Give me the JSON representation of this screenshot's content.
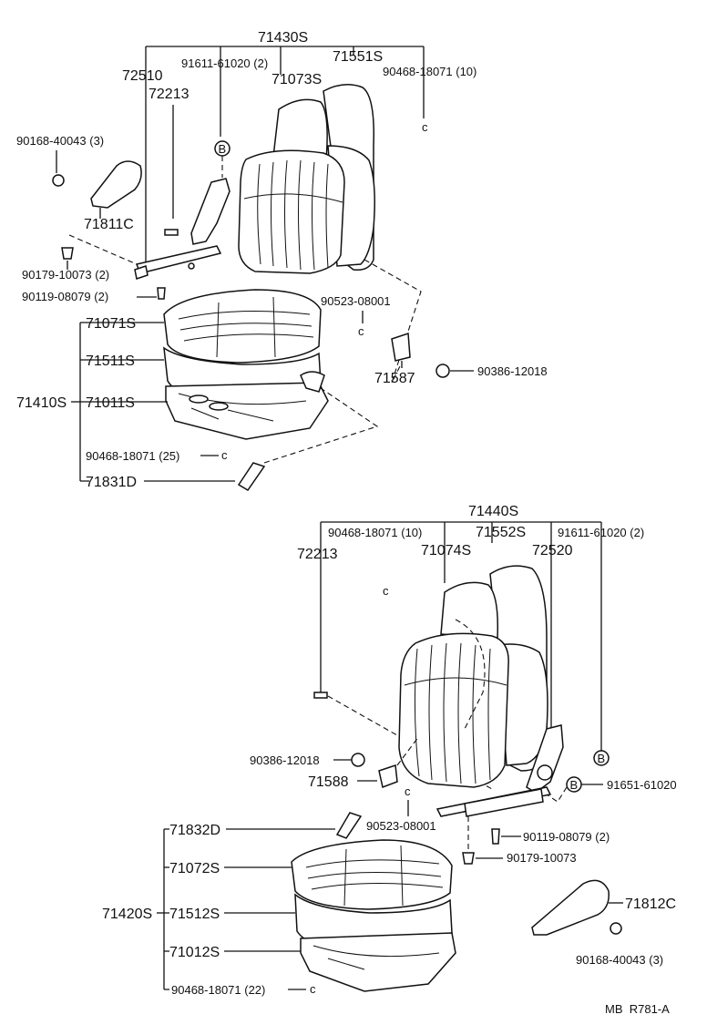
{
  "top_assembly": {
    "set_number": "71430S",
    "labels": {
      "p72510": "72510",
      "p91611": "91611-61020 (2)",
      "p71551": "71551S",
      "p90468_10": "90468-18071 (10)",
      "p72213": "72213",
      "p71073": "71073S",
      "p90168": "90168-40043 (3)",
      "p71811": "71811C",
      "p90179": "90179-10073 (2)",
      "p90119": "90119-08079 (2)",
      "p90523": "90523-08001",
      "p71587": "71587",
      "p90386": "90386-12018",
      "p71071": "71071S",
      "p71511": "71511S",
      "p71410": "71410S",
      "p71011": "71011S",
      "p90468_25": "90468-18071 (25)",
      "p71831": "71831D",
      "marker_b": "B",
      "clip_c": "c"
    }
  },
  "bottom_assembly": {
    "set_number": "71440S",
    "labels": {
      "p90468_10": "90468-18071 (10)",
      "p71552": "71552S",
      "p91611": "91611-61020 (2)",
      "p72213": "72213",
      "p71074": "71074S",
      "p72520": "72520",
      "p90386": "90386-12018",
      "p71588": "71588",
      "p91651": "91651-61020",
      "p90523": "90523-08001",
      "p90119": "90119-08079 (2)",
      "p71832": "71832D",
      "p90179": "90179-10073",
      "p71072": "71072S",
      "p71420": "71420S",
      "p71512": "71512S",
      "p71812": "71812C",
      "p71012": "71012S",
      "p90168": "90168-40043 (3)",
      "p90468_22": "90468-18071 (22)",
      "marker_b": "B",
      "clip_c": "c"
    }
  },
  "footer": {
    "ref": "MB  R781-A"
  }
}
